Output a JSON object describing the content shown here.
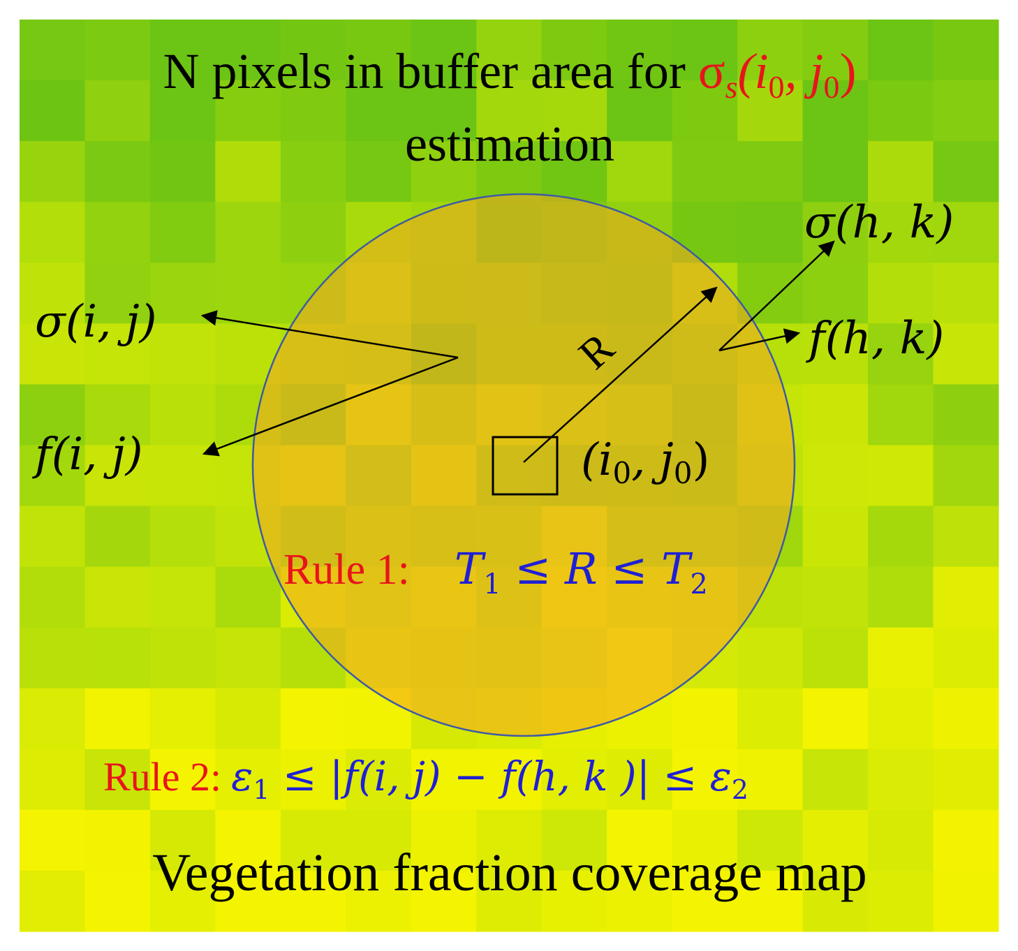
{
  "figure": {
    "title_text": "N pixels in buffer area for ",
    "title_symbol": "σ",
    "title_symbol_sub": "s",
    "title_args": "(i",
    "title_args_sub1": "0",
    "title_args_mid": ", j",
    "title_args_sub2": "0",
    "title_args_end": ")",
    "title_line2": "estimation",
    "labels": {
      "sigma_ij": "σ(i, j)",
      "f_ij": "f(i, j)",
      "sigma_hk": "σ(h, k)",
      "f_hk": "f(h, k)",
      "center_open": "(i",
      "center_sub1": "0",
      "center_mid": ", j",
      "center_sub2": "0",
      "center_close": ")",
      "radius": "R"
    },
    "rule1": {
      "label": "Rule 1:",
      "t1": "T",
      "t1_sub": "1",
      "rel": " ≤ R ≤ ",
      "t2": "T",
      "t2_sub": "2"
    },
    "rule2": {
      "label": "Rule 2:",
      "eps1": "ε",
      "eps1_sub": "1",
      "expr": " ≤ |f(i, j) − f(h, k )| ≤ ",
      "eps2": "ε",
      "eps2_sub": "2"
    },
    "footer": "Vegetation fraction coverage map",
    "colors": {
      "title_red": "#e8141c",
      "rule_red": "#e8141c",
      "formula_blue": "#1f1fd6",
      "circle_fill": "#f5a623",
      "circle_stroke": "#3d5aa6",
      "text": "#000000"
    }
  }
}
